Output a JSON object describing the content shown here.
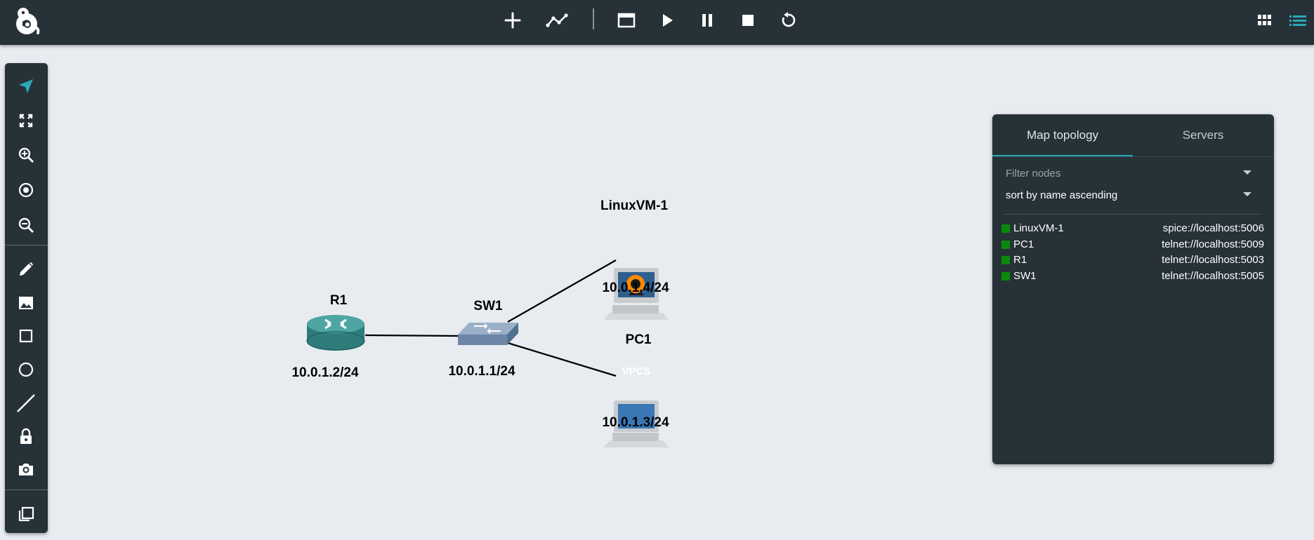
{
  "toolbar": {
    "buttons": [
      {
        "name": "add-node-button",
        "icon": "plus-icon"
      },
      {
        "name": "add-link-button",
        "icon": "link-graph-icon"
      },
      {
        "name": "console-button",
        "icon": "window-icon"
      },
      {
        "name": "start-all-button",
        "icon": "play-icon"
      },
      {
        "name": "suspend-all-button",
        "icon": "pause-icon"
      },
      {
        "name": "stop-all-button",
        "icon": "stop-icon"
      },
      {
        "name": "reload-all-button",
        "icon": "reload-icon"
      }
    ],
    "right_buttons": [
      {
        "name": "grid-view-button",
        "icon": "grid-icon"
      },
      {
        "name": "topology-summary-button",
        "icon": "list-icon"
      }
    ]
  },
  "sidebar": {
    "tools": [
      "select-icon",
      "fit-icon",
      "zoom-in-icon",
      "reset-zoom-icon",
      "zoom-out-icon",
      "draw-icon",
      "image-icon",
      "rectangle-icon",
      "ellipse-icon",
      "line-icon",
      "lock-icon",
      "screenshot-icon",
      "layers-icon"
    ]
  },
  "topology": {
    "nodes": [
      {
        "id": "R1",
        "label": "R1",
        "ip": "10.0.1.2/24"
      },
      {
        "id": "SW1",
        "label": "SW1",
        "ip": "10.0.1.1/24"
      },
      {
        "id": "LinuxVM-1",
        "label": "LinuxVM-1",
        "ip": "10.0.1.4/24"
      },
      {
        "id": "PC1",
        "label": "PC1",
        "ip": "10.0.1.3/24",
        "screen_text": "VPCS"
      }
    ]
  },
  "panel": {
    "tabs": [
      {
        "label": "Map topology",
        "active": true
      },
      {
        "label": "Servers",
        "active": false
      }
    ],
    "filter_placeholder": "Filter nodes",
    "sort_value": "sort by name ascending",
    "nodes": [
      {
        "name": "LinuxVM-1",
        "console": "spice://localhost:5006",
        "status": "started"
      },
      {
        "name": "PC1",
        "console": "telnet://localhost:5009",
        "status": "started"
      },
      {
        "name": "R1",
        "console": "telnet://localhost:5003",
        "status": "started"
      },
      {
        "name": "SW1",
        "console": "telnet://localhost:5005",
        "status": "started"
      }
    ]
  },
  "colors": {
    "bar_bg": "#263238",
    "canvas_bg": "#e8ecf0",
    "accent": "#2aa8b8",
    "status_started": "#0a8a0a"
  }
}
